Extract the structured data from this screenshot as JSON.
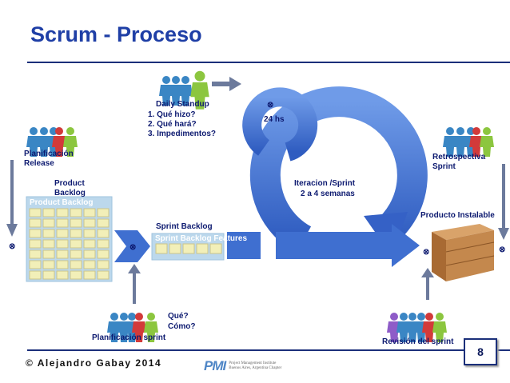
{
  "title": "Scrum - Proceso",
  "page_number": "8",
  "footer": {
    "copyright": "© Alejandro Gabay 2014",
    "logo": {
      "mark": "PMI",
      "line1": "Project Management Institute",
      "line2": "Buenos Aires, Argentina Chapter"
    }
  },
  "colors": {
    "title": "#1f3fa6",
    "arrow": "#3f6fd0",
    "label": "#0d1a70",
    "rule": "#1b2f7a"
  },
  "diagram": {
    "release_planning": {
      "line1": "Planificación",
      "line2": "Release"
    },
    "product_backlog": {
      "line1": "Product",
      "line2": "Backlog",
      "panel_header": "Product Backlog"
    },
    "sprint_backlog": {
      "label": "Sprint Backlog",
      "panel_header": "Sprint Backlog Features"
    },
    "daily_standup": {
      "label": "Daily Standup",
      "items": [
        "1. Qué hizo?",
        "2. Qué hará?",
        "3. Impedimentos?"
      ]
    },
    "daily_cycle": "24 hs",
    "iteration": {
      "line1": "Iteracion /Sprint",
      "line2": "2 a 4 semanas"
    },
    "retrospective": {
      "line1": "Retrospectiva",
      "line2": "Sprint"
    },
    "product": "Producto Instalable",
    "sprint_planning": {
      "label": "Planificación sprint",
      "q1": "Qué?",
      "q2": "Cómo?"
    },
    "sprint_review": "Revisión del sprint",
    "junction_symbol": "⊗"
  }
}
